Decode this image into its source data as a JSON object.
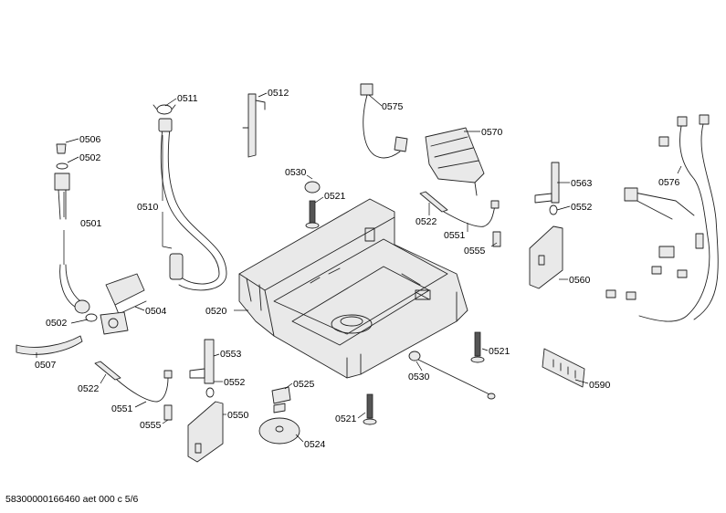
{
  "labels": {
    "p0511": "0511",
    "p0512": "0512",
    "p0575": "0575",
    "p0570": "0570",
    "p0506": "0506",
    "p0502a": "0502",
    "p0501": "0501",
    "p0510": "0510",
    "p0530a": "0530",
    "p0521a": "0521",
    "p0522a": "0522",
    "p0551a": "0551",
    "p0555a": "0555",
    "p0563": "0563",
    "p0552a": "0552",
    "p0576": "0576",
    "p0560": "0560",
    "p0504": "0504",
    "p0502b": "0502",
    "p0520": "0520",
    "p0507": "0507",
    "p0553": "0553",
    "p0552b": "0552",
    "p0522b": "0522",
    "p0551b": "0551",
    "p0555b": "0555",
    "p0550": "0550",
    "p0525": "0525",
    "p0524": "0524",
    "p0521b": "0521",
    "p0530b": "0530",
    "p0521c": "0521",
    "p0590": "0590"
  },
  "footer": "58300000166460 aet 000 c 5/6"
}
